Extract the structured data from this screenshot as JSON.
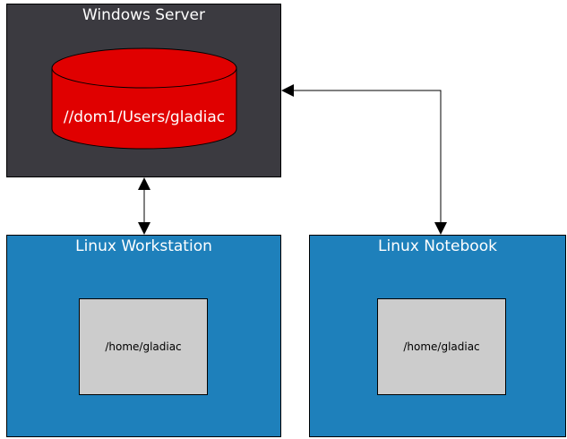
{
  "server": {
    "title": "Windows Server",
    "share_path": "//dom1/Users/gladiac"
  },
  "workstation": {
    "title": "Linux Workstation",
    "home_path": "/home/gladiac"
  },
  "notebook": {
    "title": "Linux Notebook",
    "home_path": "/home/gladiac"
  },
  "colors": {
    "server_fill": "#3b3a40",
    "client_fill": "#1e80bb",
    "database_fill": "#e00000",
    "folder_fill": "#cccccc"
  }
}
